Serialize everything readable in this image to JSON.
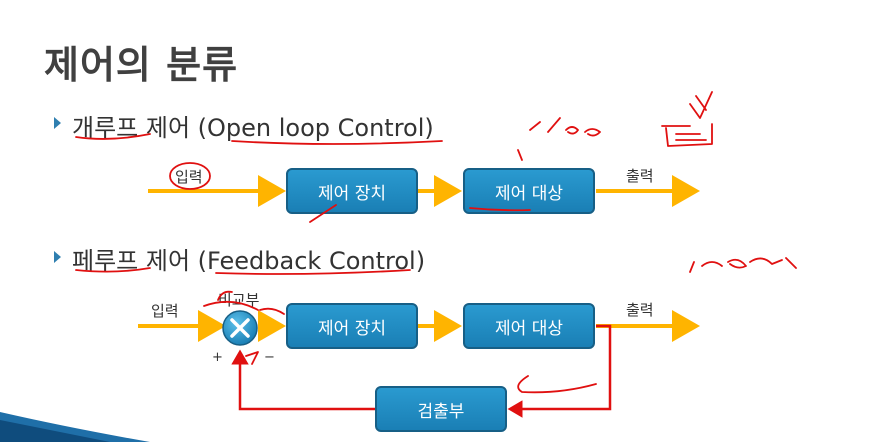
{
  "title": "제어의 분류",
  "open_loop": {
    "heading": "개루프 제어 (Open loop Control)",
    "input_label": "입력",
    "controller": "제어 장치",
    "plant": "제어 대상",
    "output_label": "출력"
  },
  "feedback": {
    "heading": "페루프 제어 (Feedback Control)",
    "input_label": "입력",
    "comparator_label": "비교부",
    "controller": "제어 장치",
    "plant": "제어 대상",
    "output_label": "출력",
    "detector": "검출부",
    "plus_sign": "+",
    "minus_sign": "−"
  },
  "colors": {
    "signal_arrow": "#ffb400",
    "feedback_line": "#e01010",
    "box_fill": "#1f8fc8",
    "box_border": "#175f86",
    "annotation": "#e01010"
  },
  "icons": {
    "bullet": "triangle-right",
    "comparator": "summing-junction-x"
  }
}
